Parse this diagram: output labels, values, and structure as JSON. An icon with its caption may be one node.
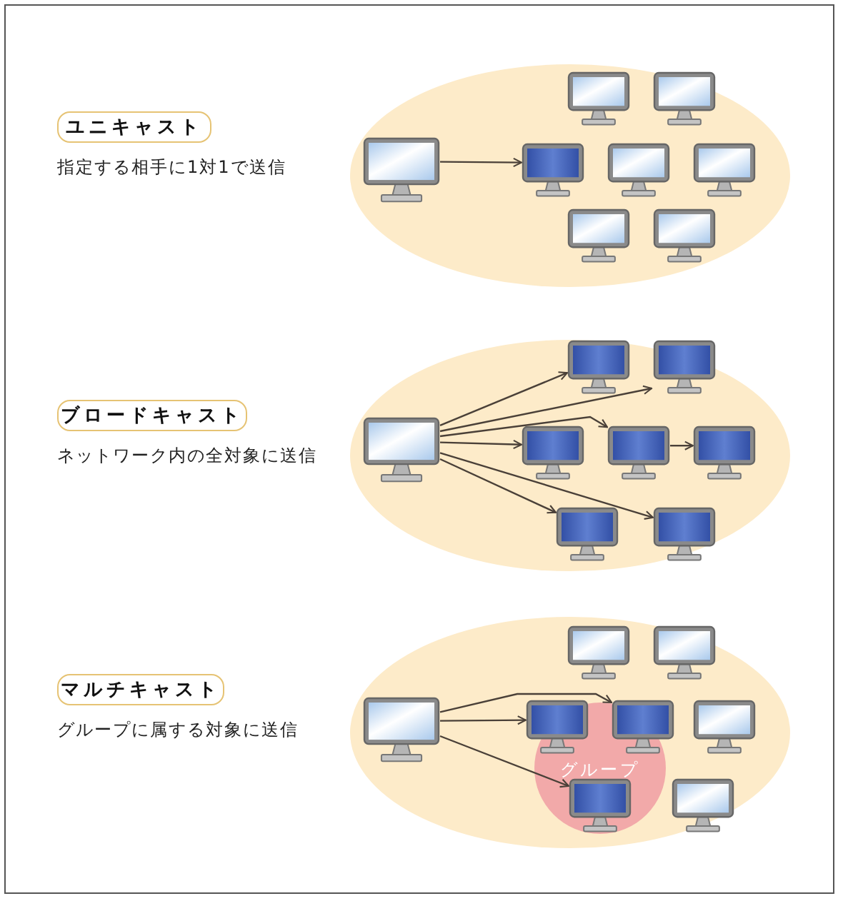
{
  "diagram": {
    "nodes": [
      {
        "text": [
          "ユニキャスト"
        ],
        "beside": [
          "指定する相手に1対1で送信"
        ]
      },
      {
        "text": [],
        "shape": "ellipse"
      },
      {
        "text": [],
        "shape": "monitor",
        "in": 1
      },
      {
        "text": [],
        "shape": "monitor",
        "in": 1
      },
      {
        "text": [],
        "shape": "monitor",
        "in": 1
      },
      {
        "text": [],
        "shape": "monitor",
        "in": 1
      },
      {
        "text": [],
        "shape": "monitor",
        "in": 1
      },
      {
        "text": [],
        "shape": "monitor",
        "in": 1
      },
      {
        "text": [],
        "shape": "monitor",
        "in": 1
      },
      {
        "text": [],
        "shape": "monitor",
        "in": 1
      },
      {
        "text": [
          "ブロードキャスト"
        ],
        "beside": [
          "ネットワーク内の全対象に送信"
        ]
      },
      {
        "text": [],
        "shape": "ellipse"
      },
      {
        "text": [],
        "shape": "monitor",
        "in": 11
      },
      {
        "text": [],
        "shape": "monitor",
        "in": 11
      },
      {
        "text": [],
        "shape": "monitor",
        "in": 11
      },
      {
        "text": [],
        "shape": "monitor",
        "in": 11
      },
      {
        "text": [],
        "shape": "monitor",
        "in": 11
      },
      {
        "text": [],
        "shape": "monitor",
        "in": 11
      },
      {
        "text": [],
        "shape": "monitor",
        "in": 11
      },
      {
        "text": [],
        "shape": "monitor",
        "in": 11
      },
      {
        "text": [
          "マルチキャスト"
        ],
        "beside": [
          "グループに属する対象に送信"
        ]
      },
      {
        "text": [],
        "shape": "ellipse"
      },
      {
        "text": [
          "グループ"
        ],
        "in": 21
      },
      {
        "text": [],
        "shape": "monitor",
        "in": 21
      },
      {
        "text": [],
        "shape": "monitor",
        "in": 21
      },
      {
        "text": [],
        "shape": "monitor",
        "in": 21
      },
      {
        "text": [],
        "shape": "monitor",
        "in": 21
      },
      {
        "text": [],
        "shape": "monitor",
        "in": 21
      },
      {
        "text": [],
        "shape": "monitor",
        "in": 21
      },
      {
        "text": [],
        "shape": "monitor",
        "in": 22
      },
      {
        "text": [],
        "shape": "monitor",
        "in": 21
      }
    ],
    "edges": [
      {
        "from": 2,
        "to": 5,
        "arrow": "to"
      },
      {
        "from": 12,
        "to": 13,
        "arrow": "to"
      },
      {
        "from": 12,
        "to": 14,
        "arrow": "to"
      },
      {
        "from": 12,
        "to": 15,
        "arrow": "to"
      },
      {
        "from": 12,
        "to": 16,
        "arrow": "to"
      },
      {
        "from": 16,
        "to": 17,
        "arrow": "to"
      },
      {
        "from": 12,
        "to": 18,
        "arrow": "to"
      },
      {
        "from": 12,
        "to": 19,
        "arrow": "to"
      },
      {
        "from": 23,
        "to": 26,
        "arrow": "to"
      },
      {
        "from": 23,
        "to": 27,
        "arrow": "to"
      },
      {
        "from": 23,
        "to": 29,
        "arrow": "to"
      }
    ]
  }
}
